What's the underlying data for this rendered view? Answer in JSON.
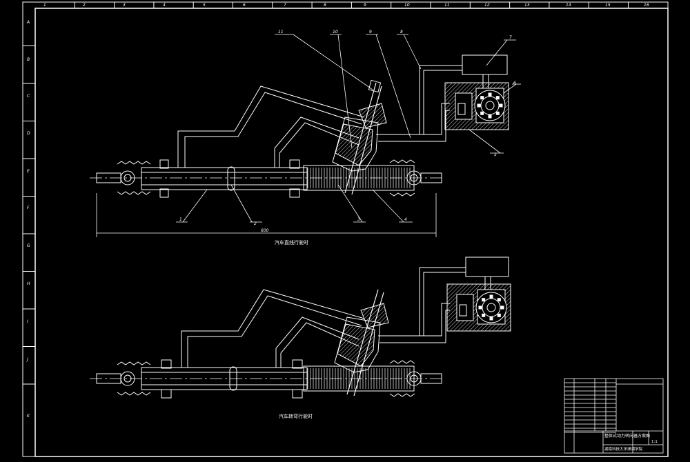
{
  "sheet": {
    "column_labels": [
      "1",
      "2",
      "3",
      "4",
      "5",
      "6",
      "7",
      "8",
      "9",
      "10",
      "11",
      "12",
      "13",
      "14",
      "15",
      "16"
    ],
    "row_labels": [
      "A",
      "B",
      "C",
      "D",
      "E",
      "F",
      "G",
      "H",
      "I",
      "J",
      "K"
    ]
  },
  "upper_view": {
    "caption": "汽车直线行驶时",
    "dimension_value": "600",
    "callouts": {
      "c1": "1",
      "c2": "2",
      "c3": "3",
      "c4": "4",
      "c5": "5",
      "c6": "6",
      "c7": "7",
      "c8": "8",
      "c9": "9",
      "c10": "10",
      "c11": "11"
    }
  },
  "lower_view": {
    "caption": "汽车转弯行驶时"
  },
  "title_block": {
    "drawing_title": "整体式动力转向器方案图",
    "school_line": "湖南科技大学潇湘学院",
    "scale": "1:1"
  },
  "colors": {
    "background": "#000000",
    "line": "#ffffff",
    "title_block_line": "#ffffff"
  }
}
